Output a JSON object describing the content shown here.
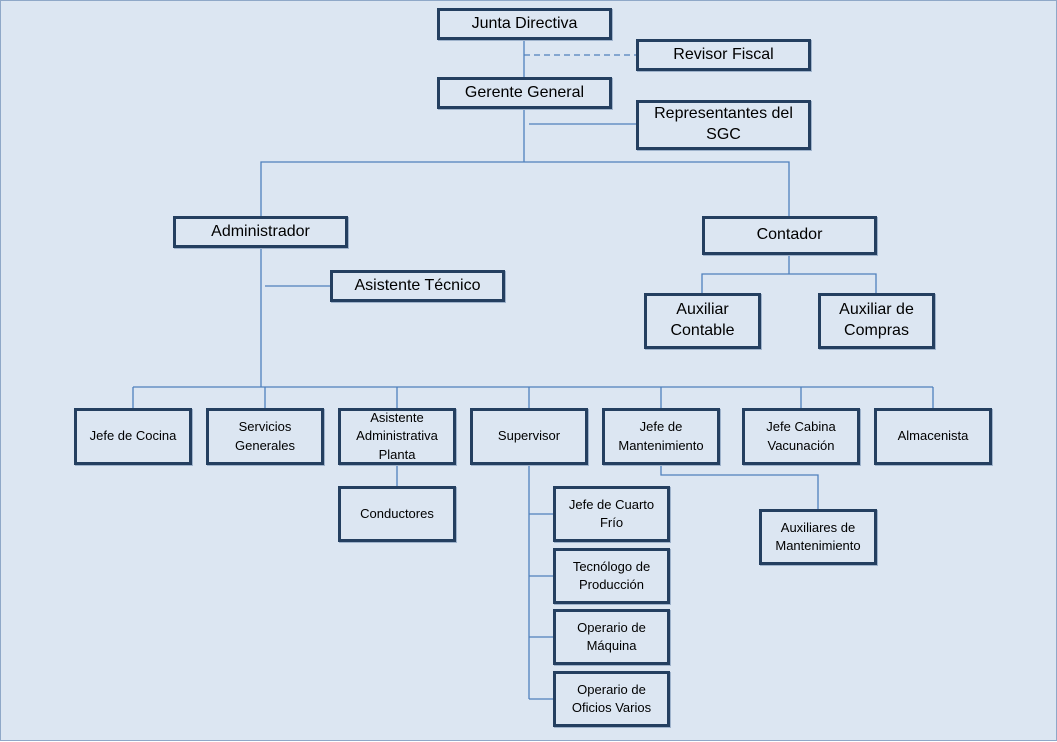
{
  "org_chart": {
    "junta_directiva": "Junta Directiva",
    "revisor_fiscal": "Revisor Fiscal",
    "gerente_general": "Gerente General",
    "representantes_sgc": "Representantes del SGC",
    "administrador": "Administrador",
    "contador": "Contador",
    "asistente_tecnico": "Asistente Técnico",
    "auxiliar_contable": "Auxiliar Contable",
    "auxiliar_compras": "Auxiliar de Compras",
    "jefe_cocina": "Jefe de Cocina",
    "servicios_generales": "Servicios Generales",
    "asistente_admin_planta": "Asistente Administrativa Planta",
    "supervisor": "Supervisor",
    "jefe_mantenimiento": "Jefe de Mantenimiento",
    "jefe_cabina_vacunacion": "Jefe Cabina Vacunación",
    "almacenista": "Almacenista",
    "conductores": "Conductores",
    "jefe_cuarto_frio": "Jefe de Cuarto Frío",
    "tecnologo_produccion": "Tecnólogo de Producción",
    "operario_maquina": "Operario de Máquina",
    "operario_oficios_varios": "Operario de Oficios Varios",
    "auxiliares_mantenimiento": "Auxiliares de Mantenimiento"
  }
}
